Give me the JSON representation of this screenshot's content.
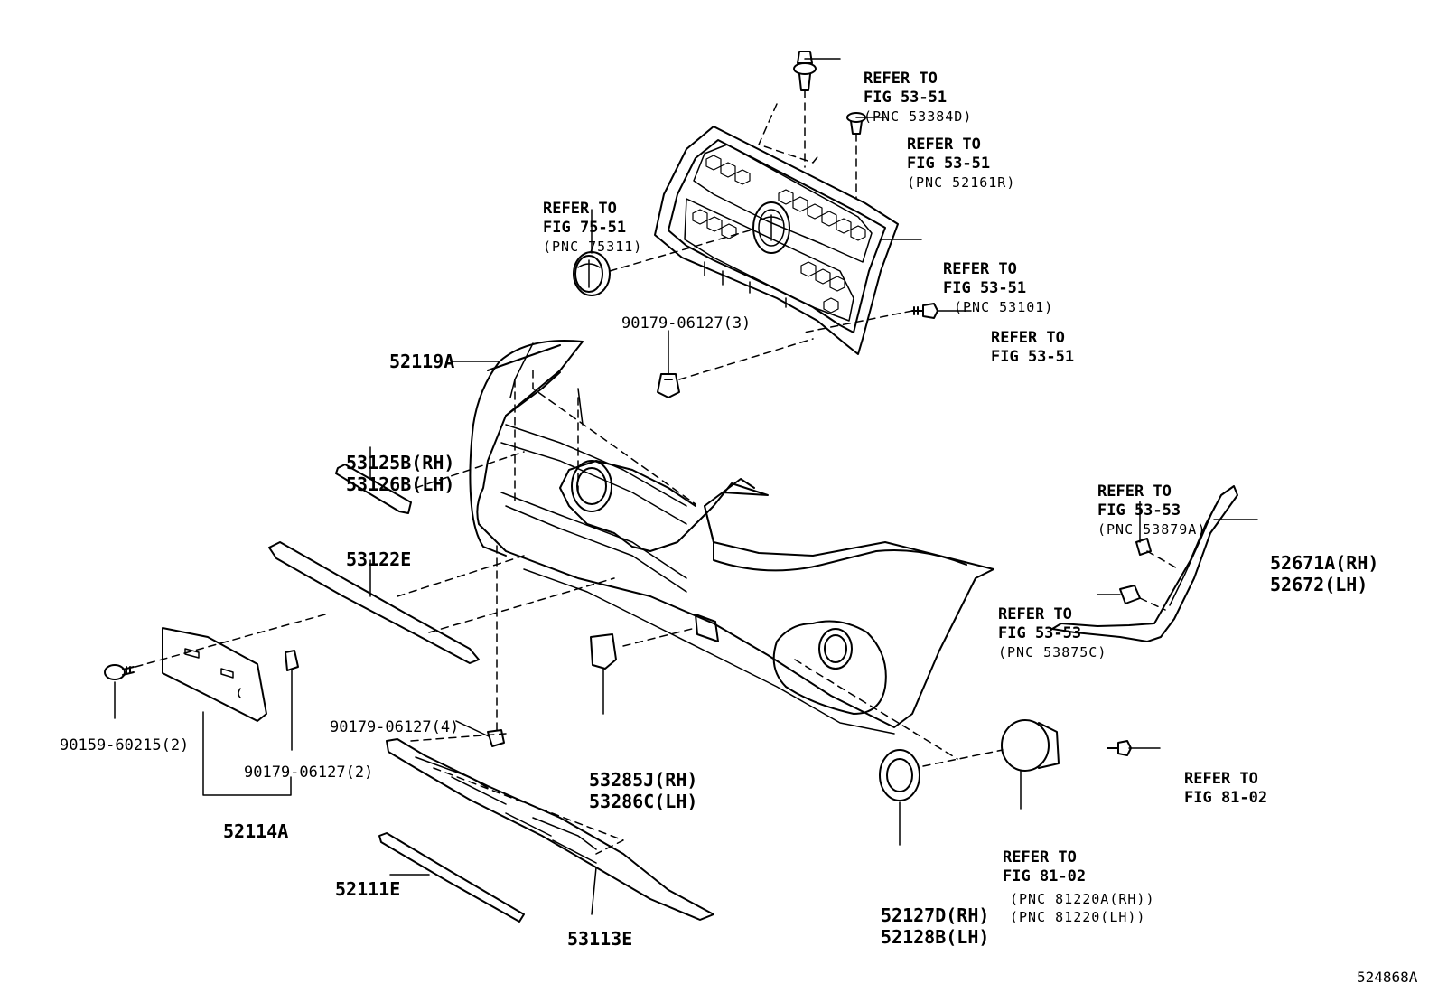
{
  "refs": {
    "r1": {
      "l1": "REFER TO",
      "l2": "FIG 53-51",
      "l3": "(PNC 53384D)"
    },
    "r2": {
      "l1": "REFER TO",
      "l2": "FIG 53-51",
      "l3": "(PNC 52161R)"
    },
    "r3": {
      "l1": "REFER TO",
      "l2": "FIG 75-51",
      "l3": "(PNC 75311)"
    },
    "r4": {
      "l1": "REFER TO",
      "l2": "FIG 53-51",
      "l3": "(PNC 53101)"
    },
    "r5": {
      "l1": "REFER TO",
      "l2": "FIG 53-51"
    },
    "r6": {
      "l1": "REFER TO",
      "l2": "FIG 53-53",
      "l3": "(PNC 53879A)"
    },
    "r7": {
      "l1": "REFER TO",
      "l2": "FIG 53-53",
      "l3": "(PNC 53875C)"
    },
    "r8": {
      "l1": "REFER TO",
      "l2": "FIG 81-02"
    },
    "r9": {
      "l1": "REFER TO",
      "l2": "FIG 81-02",
      "l3": "(PNC 81220A(RH))",
      "l4": "(PNC 81220(LH))"
    }
  },
  "parts": {
    "p52119A": "52119A",
    "p90179_3": "90179-06127(3)",
    "p53125B": "53125B(RH)",
    "p53126B": "53126B(LH)",
    "p53122E": "53122E",
    "p52671A": "52671A(RH)",
    "p52672": "52672(LH)",
    "p90159": "90159-60215(2)",
    "p90179_2": "90179-06127(2)",
    "p90179_4": "90179-06127(4)",
    "p53285J": "53285J(RH)",
    "p53286C": "53286C(LH)",
    "p52114A": "52114A",
    "p52127D": "52127D(RH)",
    "p52128B": "52128B(LH)",
    "p52111E": "52111E",
    "p53113E": "53113E"
  },
  "diagram_code": "524868A"
}
